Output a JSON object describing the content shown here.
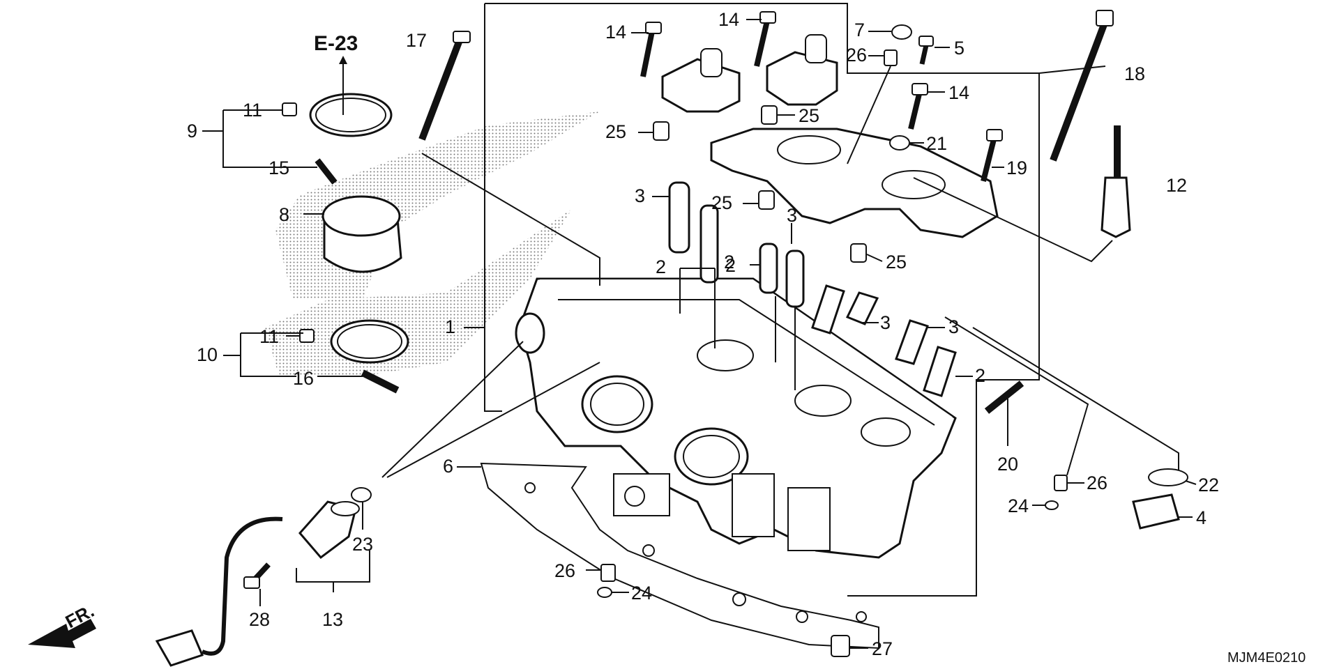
{
  "diagram": {
    "reference_label": "E-23",
    "front_label": "FR.",
    "drawing_code": "MJM4E0210",
    "callouts": {
      "c1": "1",
      "c2a": "2",
      "c2b": "2",
      "c2c": "2",
      "c2d": "2",
      "c3a": "3",
      "c3b": "3",
      "c3c": "3",
      "c3d": "3",
      "c4": "4",
      "c5": "5",
      "c6": "6",
      "c7": "7",
      "c8": "8",
      "c9": "9",
      "c10": "10",
      "c11a": "11",
      "c11b": "11",
      "c12": "12",
      "c13": "13",
      "c14a": "14",
      "c14b": "14",
      "c14c": "14",
      "c15": "15",
      "c16": "16",
      "c17": "17",
      "c18": "18",
      "c19": "19",
      "c20": "20",
      "c21": "21",
      "c22": "22",
      "c23": "23",
      "c24a": "24",
      "c24b": "24",
      "c25a": "25",
      "c25b": "25",
      "c25c": "25",
      "c25d": "25",
      "c26a": "26",
      "c26b": "26",
      "c26c": "26",
      "c27": "27",
      "c28": "28"
    }
  }
}
